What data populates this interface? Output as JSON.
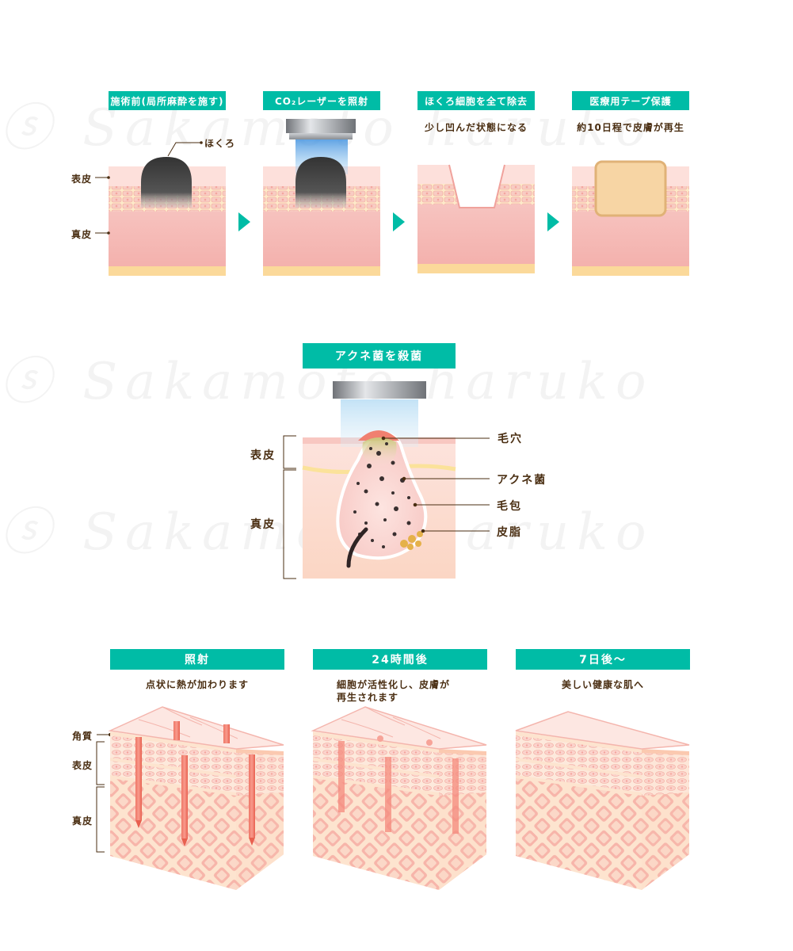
{
  "mole_section": {
    "steps": [
      {
        "badge": "施術前(局所麻酔を施す)",
        "caption": ""
      },
      {
        "badge": "CO₂レーザーを照射",
        "caption": ""
      },
      {
        "badge": "ほくろ細胞を全て除去",
        "caption": "少し凹んだ状態になる"
      },
      {
        "badge": "医療用テープ保護",
        "caption": "約10日程で皮膚が再生"
      }
    ],
    "mole_label": "ほくろ",
    "layer_labels": {
      "epidermis": "表皮",
      "dermis": "真皮"
    }
  },
  "acne_section": {
    "badge": "アクネ菌を殺菌",
    "layer_labels": {
      "epidermis": "表皮",
      "dermis": "真皮"
    },
    "callouts": {
      "pore": "毛穴",
      "bacteria": "アクネ菌",
      "follicle": "毛包",
      "sebum": "皮脂"
    }
  },
  "healing_section": {
    "stages": [
      {
        "badge": "照射",
        "caption_lines": [
          "点状に熱が加わります",
          ""
        ]
      },
      {
        "badge": "24時間後",
        "caption_lines": [
          "細胞が活性化し、皮膚が",
          "再生されます"
        ]
      },
      {
        "badge": "7日後〜",
        "caption_lines": [
          "美しい健康な肌へ",
          ""
        ]
      }
    ],
    "layer_labels": {
      "stratum_corneum": "角質",
      "epidermis": "表皮",
      "dermis": "真皮"
    }
  },
  "colors": {
    "accent_teal": "#00bca6",
    "skin_pink": "#f7c2bf",
    "skin_light": "#fde4de",
    "dermis": "#f5b7b3",
    "fat": "#fbd99a",
    "mole": "#3d3d3d",
    "text": "#4a2e12",
    "laser_blue": "#4a9fe0",
    "metal": "#8a8d92"
  }
}
